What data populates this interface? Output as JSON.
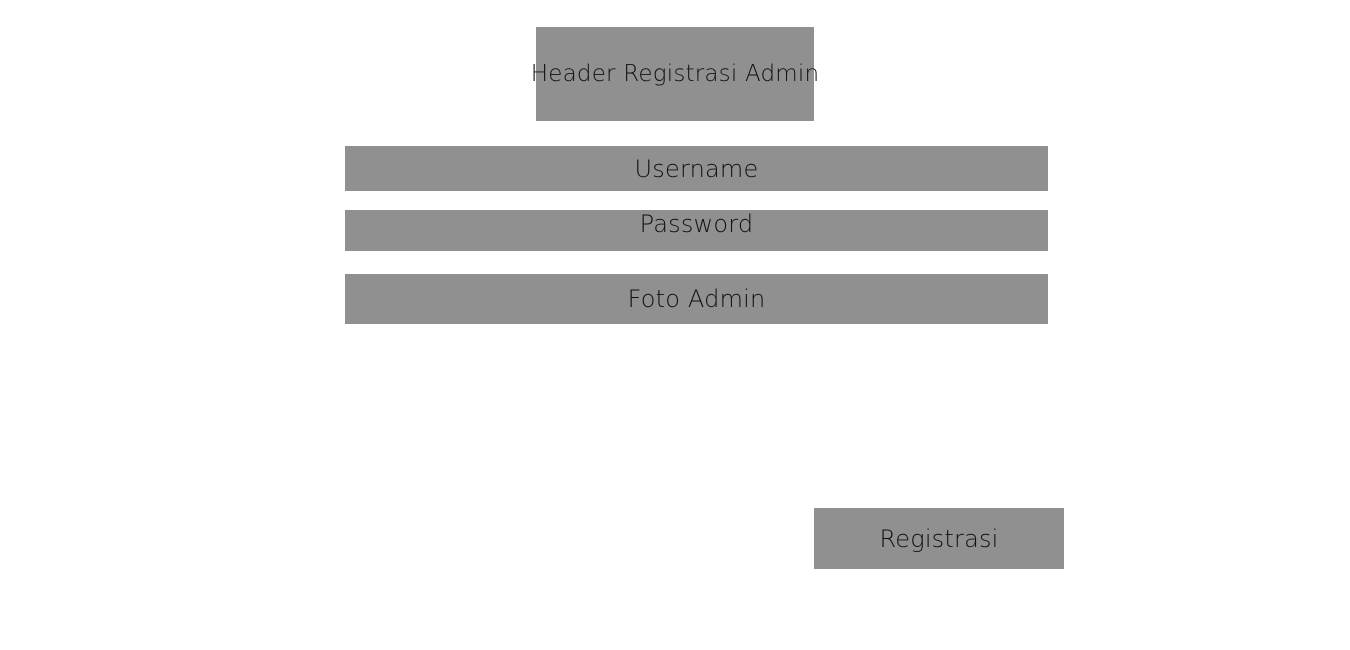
{
  "header": {
    "title": "Header Registrasi Admin"
  },
  "form": {
    "username_label": "Username",
    "password_label": "Password",
    "foto_label": "Foto Admin"
  },
  "actions": {
    "register_label": "Registrasi"
  },
  "colors": {
    "block_fill": "#909090",
    "background": "#ffffff",
    "text": "#111111"
  }
}
